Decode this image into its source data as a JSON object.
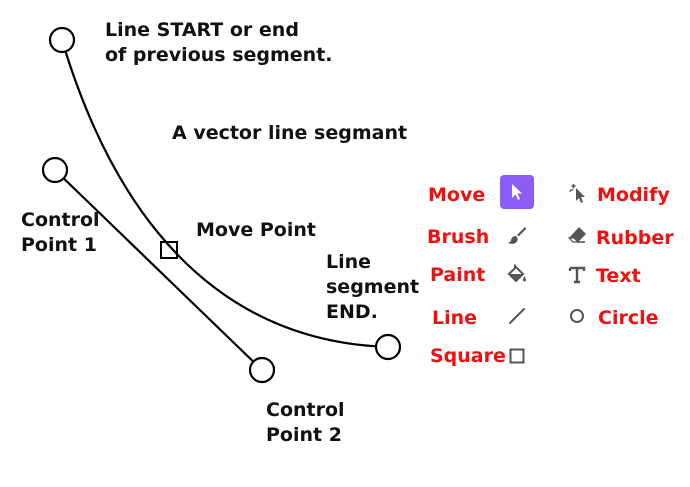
{
  "diagram": {
    "start_label": "Line START or end\nof previous segment.",
    "title": "A vector line segmant",
    "control1_label": "Control\nPoint 1",
    "move_point_label": "Move Point",
    "end_label": "Line\nsegment\nEND.",
    "control2_label": "Control\nPoint 2"
  },
  "tools": {
    "move": "Move",
    "modify": "Modify",
    "brush": "Brush",
    "rubber": "Rubber",
    "paint": "Paint",
    "text": "Text",
    "line": "Line",
    "circle": "Circle",
    "square": "Square"
  },
  "icons": {
    "move": "pointer-arrow-icon",
    "modify": "modify-pointer-icon",
    "brush": "brush-icon",
    "rubber": "eraser-icon",
    "paint": "paint-bucket-icon",
    "text": "text-t-icon",
    "line": "diagonal-line-icon",
    "circle": "circle-icon",
    "square": "square-icon"
  },
  "colors": {
    "tool_label": "#ee1111",
    "active_tool_bg": "#8b5cf6",
    "icon": "#555555",
    "diagram_stroke": "#000000"
  }
}
